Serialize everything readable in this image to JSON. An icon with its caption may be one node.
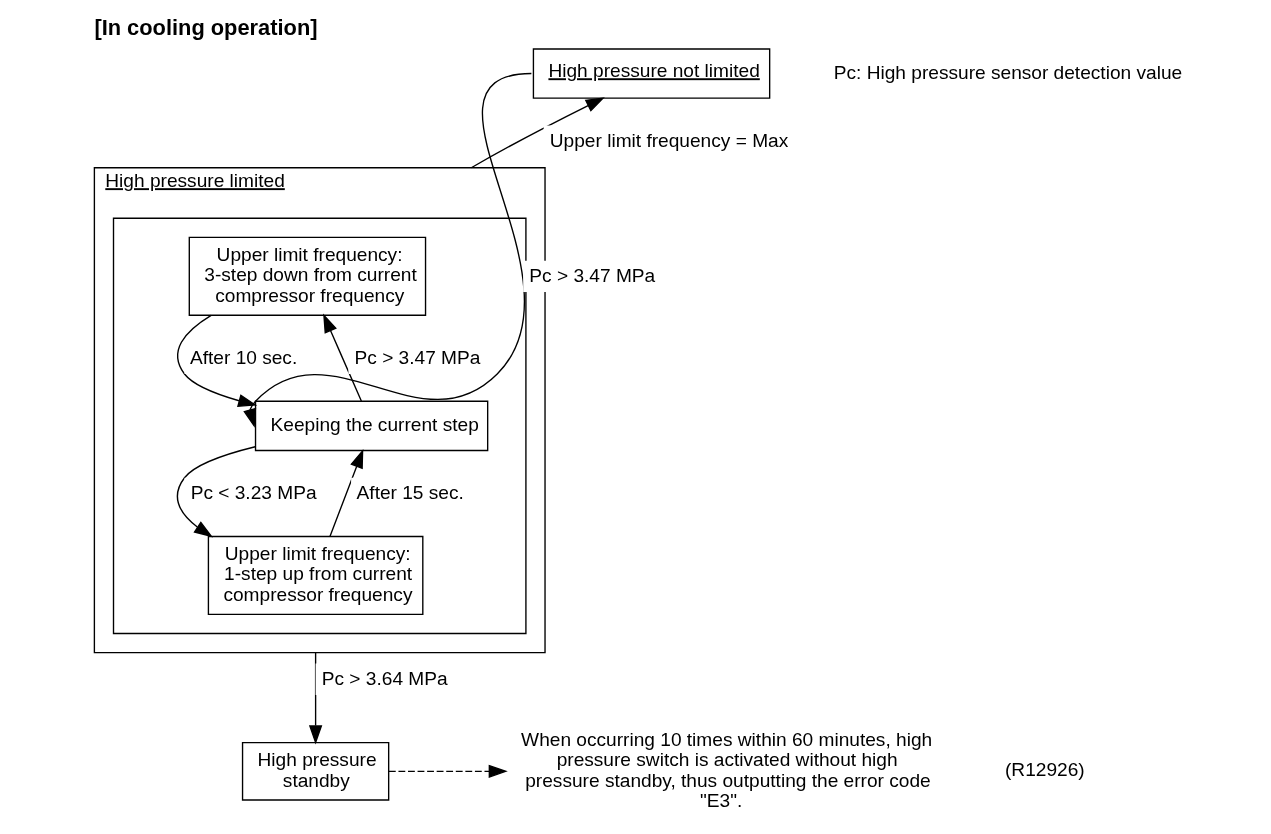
{
  "diagram": {
    "title": "[In cooling operation]",
    "nodes": [
      {
        "text": [
          "High pressure not limited"
        ]
      },
      {
        "text": [
          "High pressure limited"
        ]
      },
      {
        "text": [],
        "shape": "box",
        "in": 1
      },
      {
        "text": [
          "Upper limit frequency: 3-step down from current compressor frequency"
        ],
        "in": 2
      },
      {
        "text": [
          "Keeping the current step"
        ],
        "in": 2
      },
      {
        "text": [
          "Upper limit frequency: 1-step up from current compressor frequency"
        ],
        "in": 2
      },
      {
        "text": [
          "High pressure standby"
        ]
      },
      {
        "text": [
          "When occurring 10 times within 60 minutes, high pressure switch is activated without high pressure standby, thus outputting the error code \"E3\"."
        ]
      }
    ],
    "edges": [
      {
        "from": 1,
        "to": 0,
        "arrow": "to",
        "label": "Upper limit frequency = Max"
      },
      {
        "from": 0,
        "to": 4,
        "arrow": "to",
        "label": "Pc > 3.47 MPa"
      },
      {
        "from": 3,
        "to": 4,
        "arrow": "to",
        "label": "After 10 sec."
      },
      {
        "from": 4,
        "to": 3,
        "arrow": "to",
        "label": "Pc > 3.47 MPa"
      },
      {
        "from": 4,
        "to": 5,
        "arrow": "to",
        "label": "Pc < 3.23 MPa"
      },
      {
        "from": 5,
        "to": 4,
        "arrow": "to",
        "label": "After 15 sec."
      },
      {
        "from": 1,
        "to": 6,
        "arrow": "to",
        "label": "Pc > 3.64 MPa"
      },
      {
        "from": 6,
        "to": 7,
        "arrow": "to",
        "style": "dashed"
      }
    ],
    "labels": [
      "Pc: High pressure sensor detection value",
      "(R12926)"
    ]
  }
}
